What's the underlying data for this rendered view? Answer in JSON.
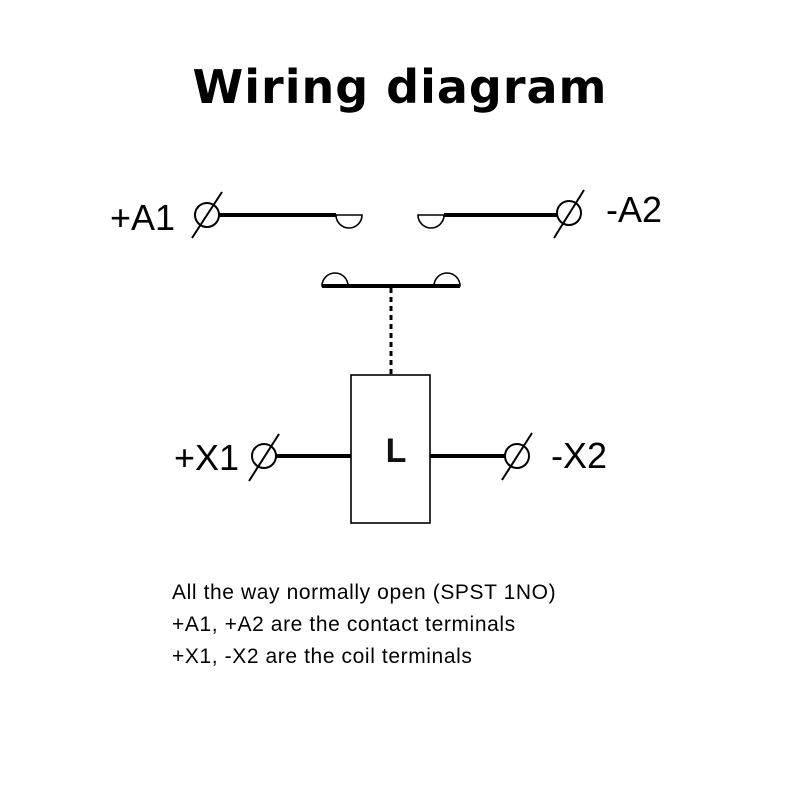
{
  "title": "Wiring diagram",
  "terminals": {
    "a1": "+A1",
    "a2": "-A2",
    "x1": "+X1",
    "x2": "-X2"
  },
  "coil": {
    "label": "L"
  },
  "notes": [
    "All the way normally open (SPST 1NO)",
    "+A1, +A2 are the contact terminals",
    "+X1, -X2 are the coil terminals"
  ]
}
